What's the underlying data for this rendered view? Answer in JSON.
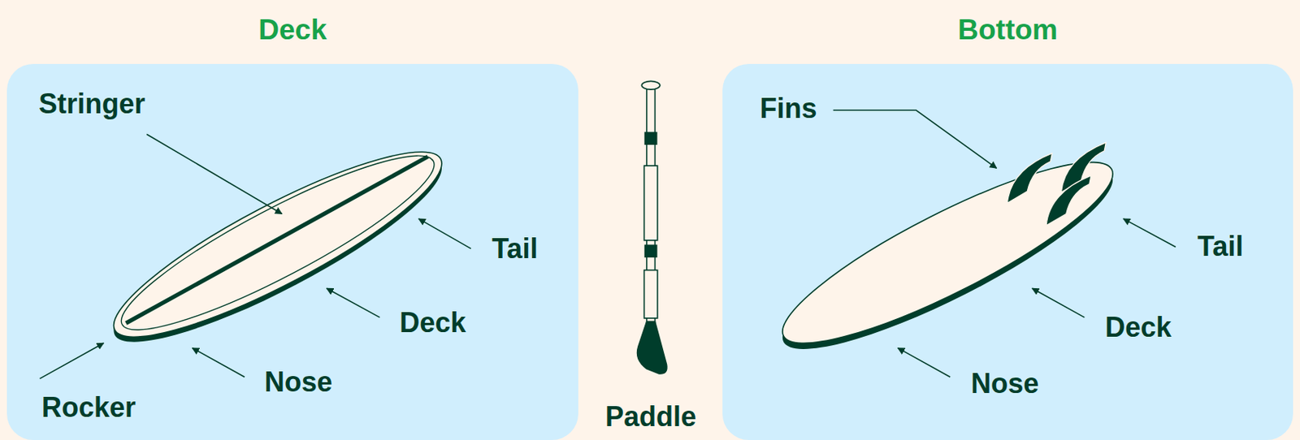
{
  "diagram": {
    "nodes": [
      {
        "text": [
          "Deck"
        ]
      },
      {
        "text": [
          "Bottom"
        ]
      }
    ],
    "labels": [
      "Stringer",
      "Tail",
      "Deck",
      "Nose",
      "Rocker",
      "Paddle",
      "Fins",
      "Tail",
      "Deck",
      "Nose"
    ]
  }
}
